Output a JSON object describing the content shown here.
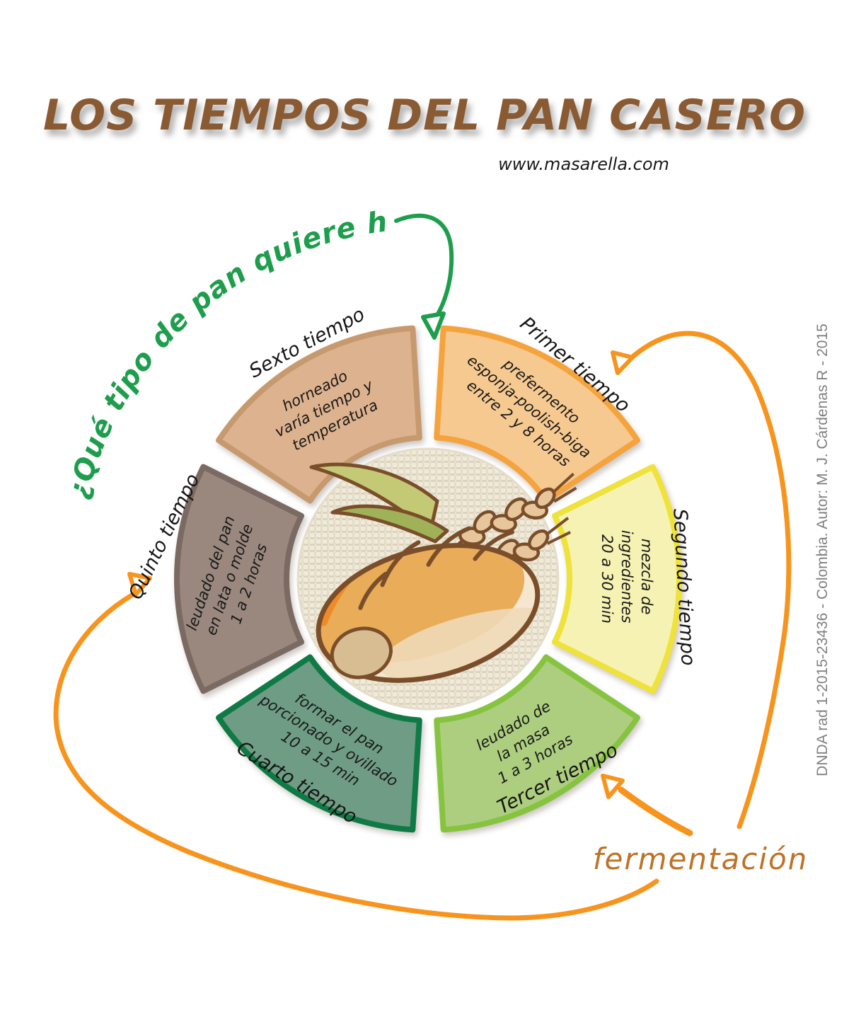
{
  "title": "LOS TIEMPOS DEL PAN CASERO",
  "website": "www.masarella.com",
  "question": "¿Qué tipo de pan quiere hacer?",
  "fermentation_label": "fermentación",
  "credit": "DNDA rad 1-2015-23436 - Colombia. Autor: M. J. Cárdenas R - 2015",
  "colors": {
    "title_brown": "#8a5b33",
    "question_green": "#1e9e4c",
    "arrow_orange": "#f7941e",
    "fermentation_orange": "#bf7227",
    "credit_gray": "#7f7f7f"
  },
  "wheel": {
    "center_illustration": "bread-loaf-with-wheat-ears",
    "segments": [
      {
        "name": "Primer tiempo",
        "lines": [
          "prefermento",
          "esponja-poolish-biga",
          "entre 2 y 8 horas"
        ],
        "fill": "#f6c990",
        "border": "#f5a33c"
      },
      {
        "name": "Segundo tiempo",
        "lines": [
          "mezcla de",
          "ingredientes",
          "20 a 30 min"
        ],
        "fill": "#f6f2b3",
        "border": "#efe23b"
      },
      {
        "name": "Tercer tiempo",
        "lines": [
          "leudado de",
          "la masa",
          "1 a 3 horas"
        ],
        "fill": "#adce7f",
        "border": "#86c440"
      },
      {
        "name": "Cuarto tiempo",
        "lines": [
          "formar el pan",
          "porcionado y ovillado",
          "10 a 15 min"
        ],
        "fill": "#6e9c84",
        "border": "#0f7a45"
      },
      {
        "name": "Quinto tiempo",
        "lines": [
          "leudado del pan",
          "en lata o molde",
          "1 a 2 horas"
        ],
        "fill": "#9a887e",
        "border": "#7b6a62"
      },
      {
        "name": "Sexto tiempo",
        "lines": [
          "horneado",
          "varía tiempo y",
          "temperatura"
        ],
        "fill": "#ddb28e",
        "border": "#c69a6e"
      }
    ]
  }
}
